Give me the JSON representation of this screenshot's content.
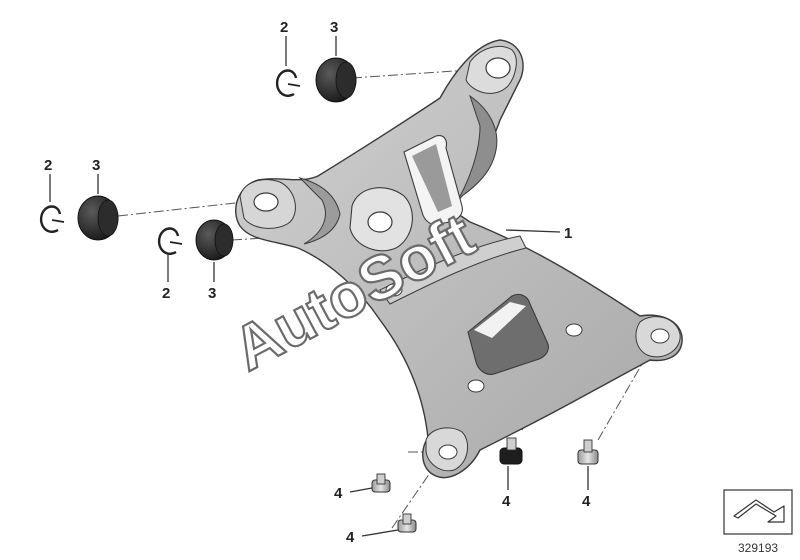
{
  "watermark": "AutoSoft",
  "diagram_number": "329193",
  "callouts": {
    "bracket": "1",
    "clip": "2",
    "rubber_mount": "3",
    "screw": "4"
  },
  "colors": {
    "bracket_fill": "#bdbdbd",
    "bracket_shade": "#8e8e8e",
    "bracket_light": "#e4e4e4",
    "rubber": "#222222",
    "outline": "#3a3a3a"
  },
  "icons": [
    "part-arrow-icon"
  ]
}
